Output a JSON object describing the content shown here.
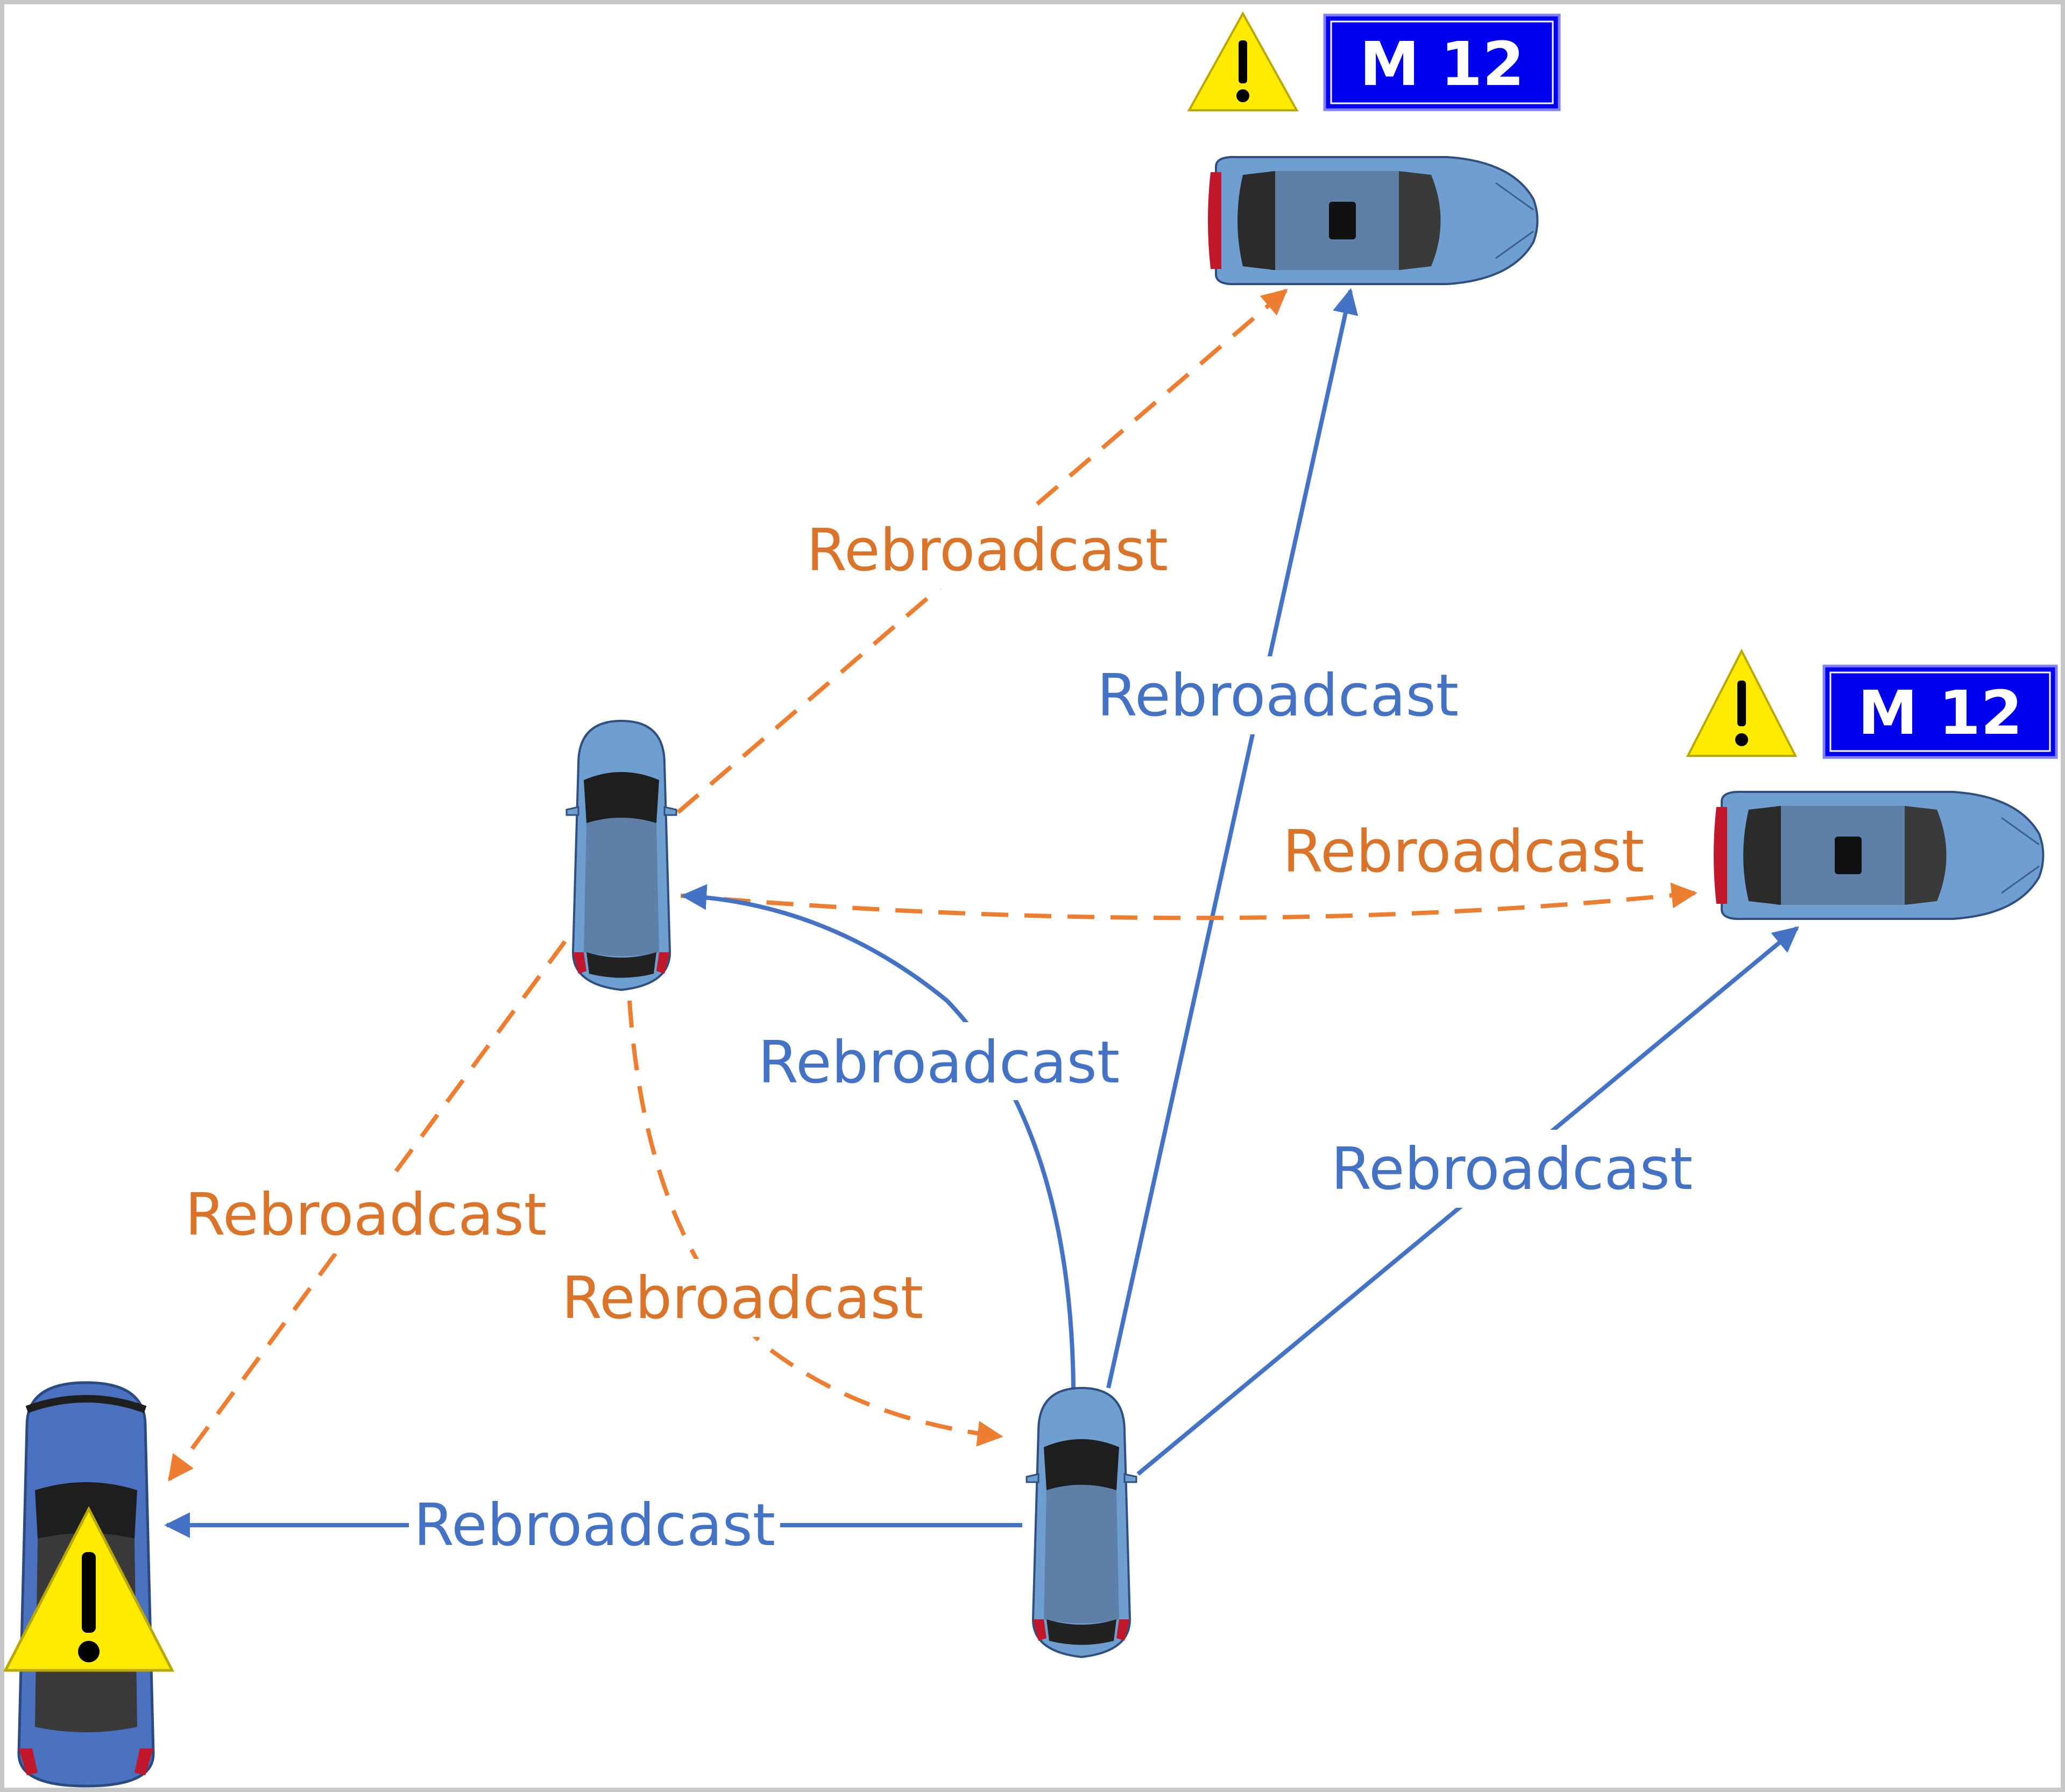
{
  "colors": {
    "blue_link": "#4472C4",
    "orange_link": "#ED7D31",
    "orange_text": "#D9742A",
    "sign_bg": "#0000F0",
    "warning_yellow": "#FFEB00",
    "car_body": "#6E9FD0",
    "car_body_dark": "#4A72C0"
  },
  "labels": {
    "orange_top": "Rebroadcast",
    "blue_top": "Rebroadcast",
    "orange_right": "Rebroadcast",
    "blue_mid": "Rebroadcast",
    "blue_right": "Rebroadcast",
    "orange_left": "Rebroadcast",
    "orange_center": "Rebroadcast",
    "blue_bottom": "Rebroadcast"
  },
  "signs": {
    "top": "M 12",
    "right": "M 12"
  },
  "icons": {
    "warning": "warning-triangle-icon",
    "car": "car-top-view-icon"
  }
}
